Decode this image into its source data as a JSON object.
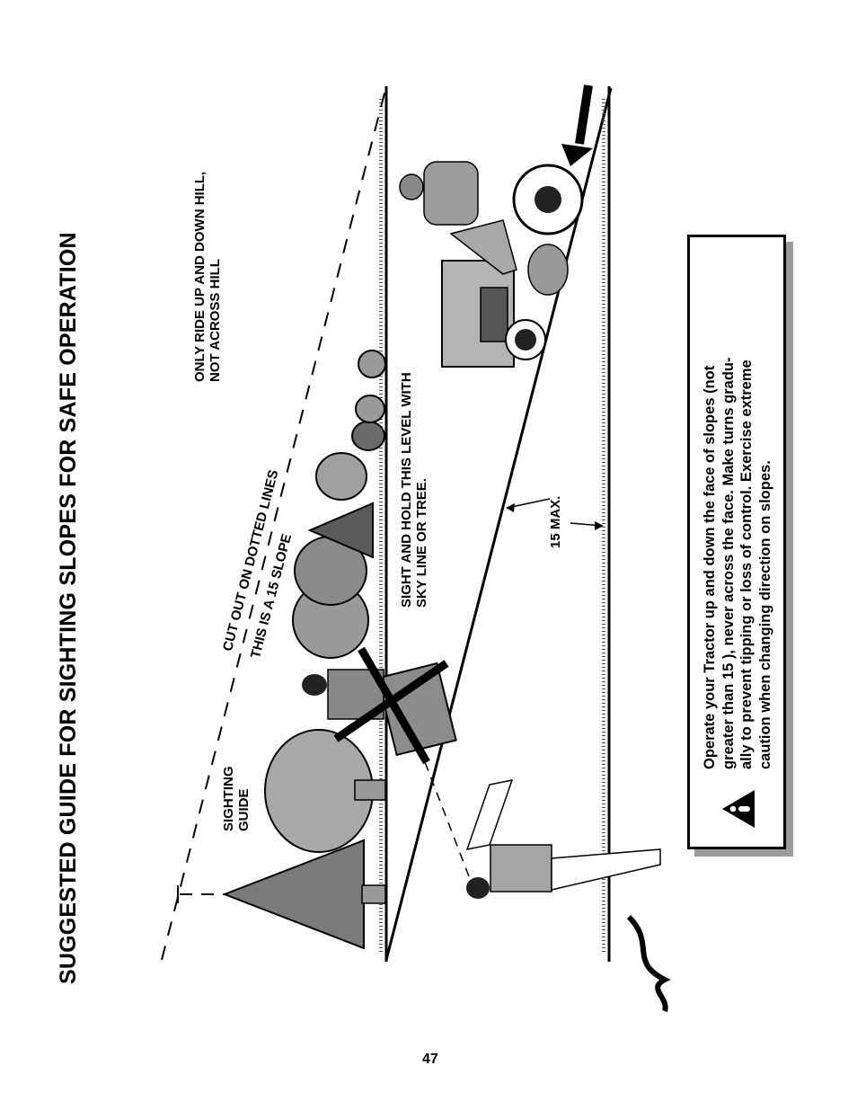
{
  "title": "SUGGESTED GUIDE FOR SIGHTING SLOPES FOR SAFE OPERATION",
  "labels": {
    "ride_line1": "ONLY RIDE UP AND DOWN HILL,",
    "ride_line2": "NOT ACROSS HILL",
    "cutout": "CUT OUT ON DOTTED LINES",
    "slope": "THIS IS A 15  SLOPE",
    "sight_line1": "SIGHT AND HOLD THIS LEVEL WITH",
    "sight_line2": "SKY LINE OR TREE.",
    "guide_line1": "SIGHTING",
    "guide_line2": "GUIDE",
    "max": "15  MAX."
  },
  "warning": {
    "icon": "warning-exclamation-icon",
    "lines": [
      "Operate your Tractor up and down the face of slopes (not",
      "greater than 15 ), never across the face. Make turns gradu-",
      "ally to prevent tipping or loss of control. Exercise extreme",
      "caution when changing direction on slopes."
    ]
  },
  "page_number": "47"
}
